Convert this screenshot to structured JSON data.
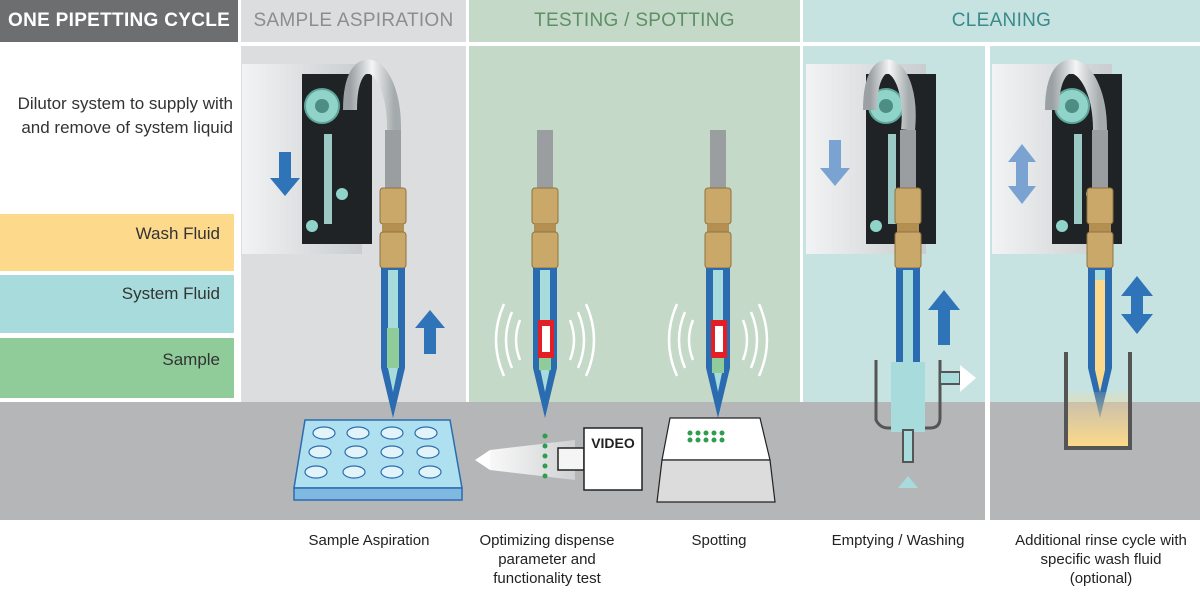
{
  "header": {
    "title": "ONE PIPETTING CYCLE",
    "phases": [
      "SAMPLE ASPIRATION",
      "TESTING / SPOTTING",
      "CLEANING"
    ]
  },
  "legend": {
    "dilutor": "Dilutor system to supply with and remove of system liquid",
    "wash": "Wash Fluid",
    "system": "System Fluid",
    "sample": "Sample"
  },
  "labels": {
    "video": "VIDEO"
  },
  "captions": {
    "aspiration": "Sample Aspiration",
    "optimizing": "Optimizing dispense parameter and functionality test",
    "spotting": "Spotting",
    "emptying": "Emptying / Washing",
    "rinse": "Additional rinse cycle with specific wash fluid (optional)"
  },
  "colors": {
    "title_bg": "#6d6e70",
    "aspiration_bg": "#dcdddf",
    "testing_bg": "#c4d9c8",
    "cleaning_bg": "#c6e3e2",
    "wash": "#fcd98b",
    "system": "#a8dcdc",
    "sample": "#8fcc9a",
    "floor": "#b5b6b8",
    "tip_blue": "#2b6cb0",
    "arrow_blue": "#2f74b9",
    "brass": "#c9a86a"
  }
}
